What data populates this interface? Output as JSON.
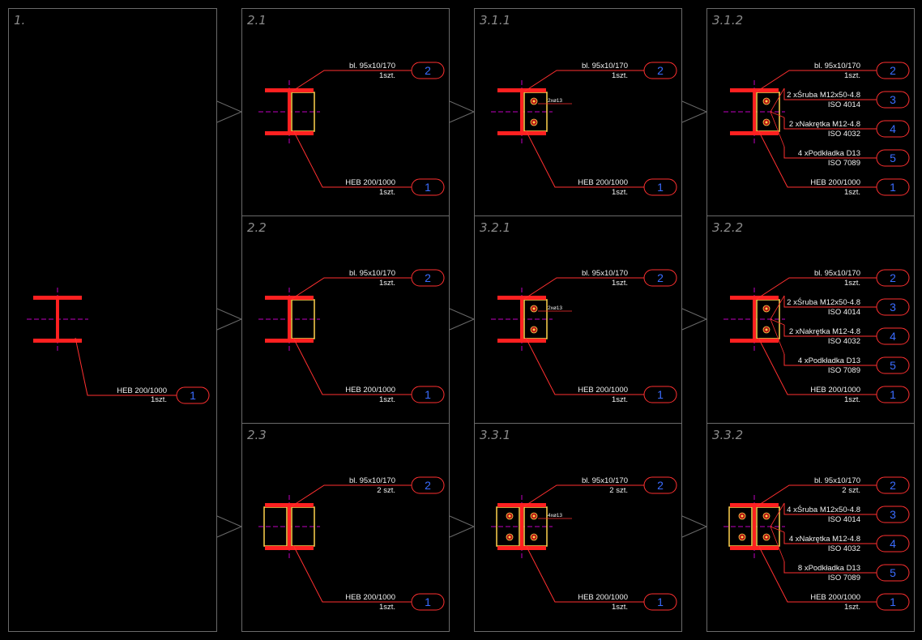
{
  "colors": {
    "background": "#000000",
    "frame": "#6a6a6a",
    "beam": "#ff2020",
    "plate": "#ffd24d",
    "axis": "#c000c0",
    "leader": "#ff3030",
    "number": "#3a6cff",
    "text": "#f2f2f2",
    "title": "#8a8a8a"
  },
  "panels": [
    {
      "id": "p1",
      "title": "1.",
      "variant": "beam",
      "bolts": 0,
      "callouts": [
        {
          "no": "1",
          "l1": "HEB 200/1000",
          "l2": "1szt."
        }
      ]
    },
    {
      "id": "p21",
      "title": "2.1",
      "variant": "plate1",
      "bolts": 0,
      "callouts": [
        {
          "no": "2",
          "l1": "bl. 95x10/170",
          "l2": "1szt."
        },
        {
          "no": "1",
          "l1": "HEB 200/1000",
          "l2": "1szt."
        }
      ]
    },
    {
      "id": "p22",
      "title": "2.2",
      "variant": "plate1",
      "bolts": 0,
      "callouts": [
        {
          "no": "2",
          "l1": "bl. 95x10/170",
          "l2": "1szt."
        },
        {
          "no": "1",
          "l1": "HEB 200/1000",
          "l2": "1szt."
        }
      ]
    },
    {
      "id": "p23",
      "title": "2.3",
      "variant": "plate2",
      "bolts": 0,
      "callouts": [
        {
          "no": "2",
          "l1": "bl. 95x10/170",
          "l2": "2 szt."
        },
        {
          "no": "1",
          "l1": "HEB 200/1000",
          "l2": "1szt."
        }
      ]
    },
    {
      "id": "p311",
      "title": "3.1.1",
      "variant": "plate1",
      "bolts": 2,
      "holeLabel": "2xø13",
      "callouts": [
        {
          "no": "2",
          "l1": "bl. 95x10/170",
          "l2": "1szt."
        },
        {
          "no": "1",
          "l1": "HEB 200/1000",
          "l2": "1szt."
        }
      ]
    },
    {
      "id": "p321",
      "title": "3.2.1",
      "variant": "plate1",
      "bolts": 2,
      "holeLabel": "2xø13",
      "callouts": [
        {
          "no": "2",
          "l1": "bl. 95x10/170",
          "l2": "1szt."
        },
        {
          "no": "1",
          "l1": "HEB 200/1000",
          "l2": "1szt."
        }
      ]
    },
    {
      "id": "p331",
      "title": "3.3.1",
      "variant": "plate2",
      "bolts": 4,
      "holeLabel": "4xø13",
      "callouts": [
        {
          "no": "2",
          "l1": "bl. 95x10/170",
          "l2": "2 szt."
        },
        {
          "no": "1",
          "l1": "HEB 200/1000",
          "l2": "1szt."
        }
      ]
    },
    {
      "id": "p312",
      "title": "3.1.2",
      "variant": "plate1",
      "bolts": 2,
      "callouts": [
        {
          "no": "2",
          "l1": "bl. 95x10/170",
          "l2": "1szt."
        },
        {
          "no": "3",
          "l1": "2 xŚruba  M12x50-4.8",
          "l2": "ISO 4014"
        },
        {
          "no": "4",
          "l1": "2 xNakrętka  M12-4.8",
          "l2": "ISO 4032"
        },
        {
          "no": "5",
          "l1": "4 xPodkładka D13",
          "l2": "ISO 7089"
        },
        {
          "no": "1",
          "l1": "HEB 200/1000",
          "l2": "1szt."
        }
      ]
    },
    {
      "id": "p322",
      "title": "3.2.2",
      "variant": "plate1",
      "bolts": 2,
      "callouts": [
        {
          "no": "2",
          "l1": "bl. 95x10/170",
          "l2": "1szt."
        },
        {
          "no": "3",
          "l1": "2 xŚruba  M12x50-4.8",
          "l2": "ISO 4014"
        },
        {
          "no": "4",
          "l1": "2 xNakrętka  M12-4.8",
          "l2": "ISO 4032"
        },
        {
          "no": "5",
          "l1": "4 xPodkładka D13",
          "l2": "ISO 7089"
        },
        {
          "no": "1",
          "l1": "HEB 200/1000",
          "l2": "1szt."
        }
      ]
    },
    {
      "id": "p332",
      "title": "3.3.2",
      "variant": "plate2",
      "bolts": 4,
      "callouts": [
        {
          "no": "2",
          "l1": "bl. 95x10/170",
          "l2": "2 szt."
        },
        {
          "no": "3",
          "l1": "4 xŚruba  M12x50-4.8",
          "l2": "ISO 4014"
        },
        {
          "no": "4",
          "l1": "4 xNakrętka  M12-4.8",
          "l2": "ISO 4032"
        },
        {
          "no": "5",
          "l1": "8 xPodkładka D13",
          "l2": "ISO 7089"
        },
        {
          "no": "1",
          "l1": "HEB 200/1000",
          "l2": "1szt."
        }
      ]
    }
  ]
}
